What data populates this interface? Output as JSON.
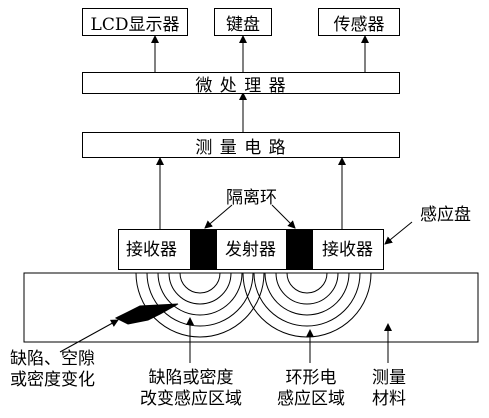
{
  "top_boxes": {
    "lcd": "LCD显示器",
    "keyboard": "键盘",
    "sensor": "传感器"
  },
  "microprocessor": "微 处 理 器",
  "measurement_circuit": "测 量 电 路",
  "probe": {
    "receiver_left": "接收器",
    "transmitter": "发射器",
    "receiver_right": "接收器",
    "isolation_ring": "隔离环",
    "sensing_plate": "感应盘"
  },
  "bottom_labels": {
    "defect_void": [
      "缺陷、空隙",
      "或密度变化"
    ],
    "defect_region": [
      "缺陷或密度",
      "改变感应区域"
    ],
    "ring_region": [
      "环形电",
      "感应区域"
    ],
    "material": [
      "测量",
      "材料"
    ]
  }
}
